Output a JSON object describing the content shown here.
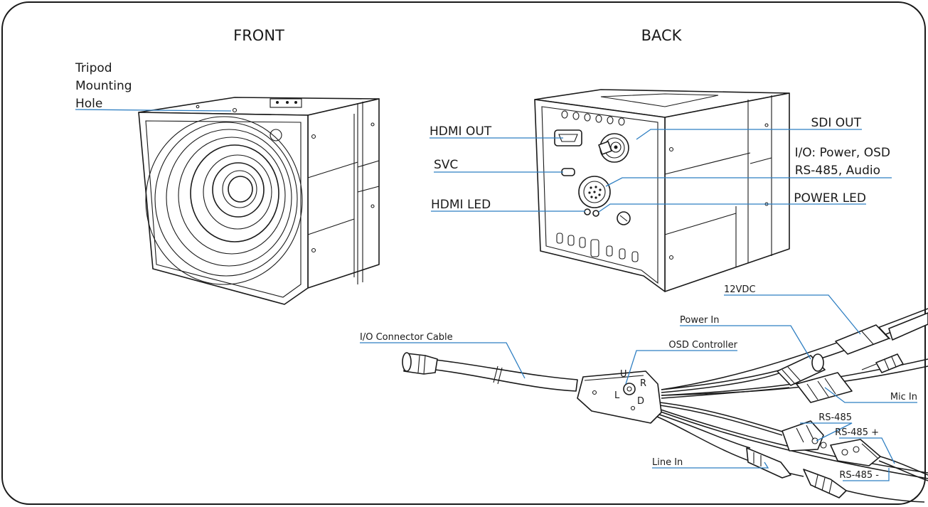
{
  "headers": {
    "front": "FRONT",
    "back": "BACK"
  },
  "front_labels": {
    "tripod_line1": "Tripod",
    "tripod_line2": "Mounting",
    "tripod_line3": "Hole"
  },
  "back_labels": {
    "hdmi_out": "HDMI OUT",
    "svc": "SVC",
    "hdmi_led": "HDMI LED",
    "sdi_out": "SDI OUT",
    "io_line1": "I/O: Power, OSD",
    "io_line2": "RS-485, Audio",
    "power_led": "POWER LED"
  },
  "cable_labels": {
    "v12dc": "12VDC",
    "power_in": "Power In",
    "io_cable": "I/O Connector Cable",
    "osd_controller": "OSD Controller",
    "mic_in": "Mic In",
    "rs485": "RS-485",
    "rs485_plus": "RS-485 +",
    "rs485_minus": "RS-485 -",
    "line_in": "Line In"
  },
  "osd_letters": {
    "up": "U",
    "down": "D",
    "left": "L",
    "right": "R"
  },
  "colors": {
    "leader_line": "#2f7fc2",
    "outline": "#1a1a1a",
    "background": "#ffffff"
  }
}
